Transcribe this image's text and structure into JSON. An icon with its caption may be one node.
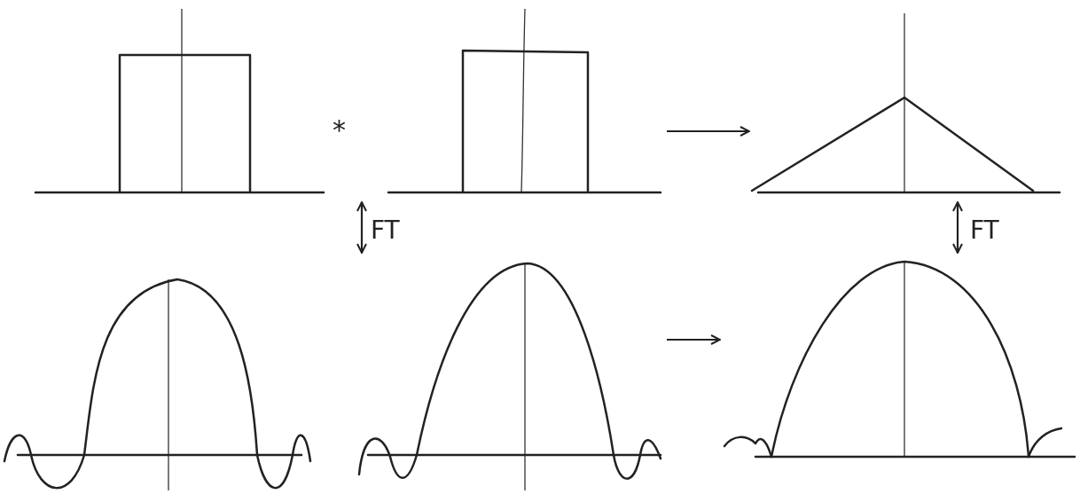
{
  "diagram": {
    "nodes": [
      {
        "text": [],
        "shape": "picture"
      },
      {
        "text": [],
        "shape": "picture"
      },
      {
        "text": [],
        "shape": "picture"
      },
      {
        "text": [],
        "shape": "picture"
      },
      {
        "text": [],
        "shape": "picture"
      },
      {
        "text": [],
        "shape": "picture"
      }
    ],
    "edges": [
      {
        "from": 1,
        "to": 2,
        "arrow": "to"
      },
      {
        "from": 1,
        "to": 4,
        "arrow": "both",
        "label": "FT"
      },
      {
        "from": 2,
        "to": 5,
        "arrow": "both",
        "label": "FT"
      },
      {
        "from": 4,
        "to": 5,
        "arrow": "to"
      }
    ],
    "labels": [
      "*"
    ]
  }
}
